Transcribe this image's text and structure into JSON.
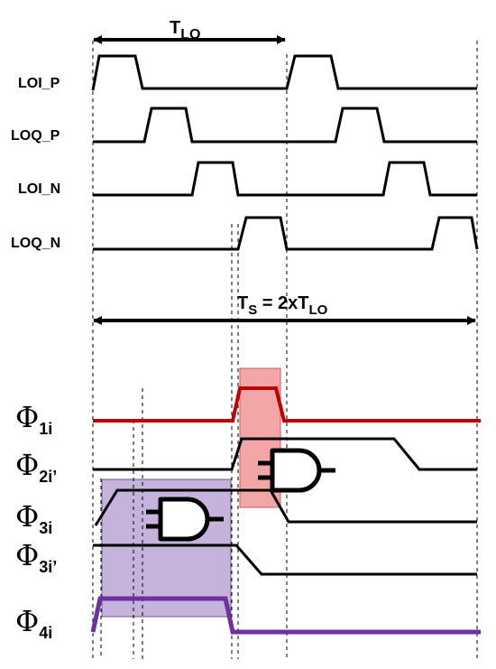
{
  "dimensions": {
    "tlo": {
      "main": "T",
      "sub": "LO"
    },
    "ts": {
      "main": "T",
      "sub": "S",
      "rest": " = 2xT",
      "rest_sub": "LO"
    }
  },
  "signals": [
    {
      "id": "loi-p",
      "label": "LOI_P"
    },
    {
      "id": "loq-p",
      "label": "LOQ_P"
    },
    {
      "id": "loi-n",
      "label": "LOI_N"
    },
    {
      "id": "loq-n",
      "label": "LOQ_N"
    }
  ],
  "phases": [
    {
      "id": "phi1",
      "symbol": "Φ",
      "sub": "1i",
      "color": "#c00000"
    },
    {
      "id": "phi2",
      "symbol": "Φ",
      "sub": "2i’",
      "color": "#000000"
    },
    {
      "id": "phi3",
      "symbol": "Φ",
      "sub": "3i",
      "color": "#000000"
    },
    {
      "id": "phi3p",
      "symbol": "Φ",
      "sub": "3i’",
      "color": "#000000"
    },
    {
      "id": "phi4",
      "symbol": "Φ",
      "sub": "4i",
      "color": "#7030a0"
    }
  ],
  "highlights": {
    "red": {
      "fill": "#f4a6a6",
      "stroke": "#c06060"
    },
    "purple": {
      "fill": "#c5b3dc",
      "stroke": "#6a5a8a"
    }
  },
  "icons": [
    "and-gate-icon",
    "and-gate-icon"
  ]
}
